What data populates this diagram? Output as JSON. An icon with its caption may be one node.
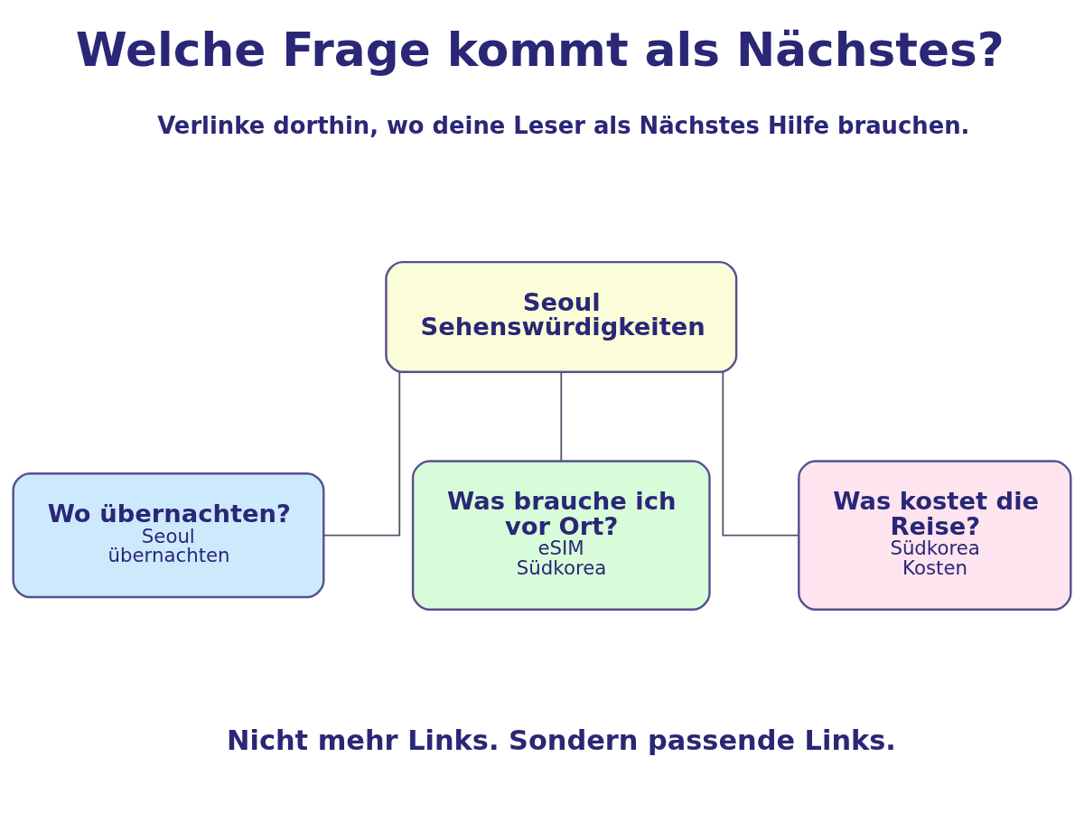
{
  "diagram": {
    "title": "Welche Frage kommt als Nächstes?",
    "nodes": [
      {
        "text": [
          "Seoul Sehenswürdigkeiten"
        ]
      },
      {
        "text": [
          "Wo übernachten?",
          "Seoul übernachten"
        ]
      },
      {
        "text": [
          "Was brauche ich vor Ort?",
          "eSIM Südkorea"
        ]
      },
      {
        "text": [
          "Was kostet die Reise?",
          "Südkorea Kosten"
        ]
      }
    ],
    "edges": [
      {
        "from": 0,
        "to": 1,
        "arrow": "none"
      },
      {
        "from": 0,
        "to": 2,
        "arrow": "none"
      },
      {
        "from": 0,
        "to": 3,
        "arrow": "none"
      }
    ],
    "labels": [
      "Verlinke dorthin, wo deine Leser als Nächstes Hilfe brauchen.",
      "Nicht mehr Links. Sondern passende Links."
    ]
  }
}
